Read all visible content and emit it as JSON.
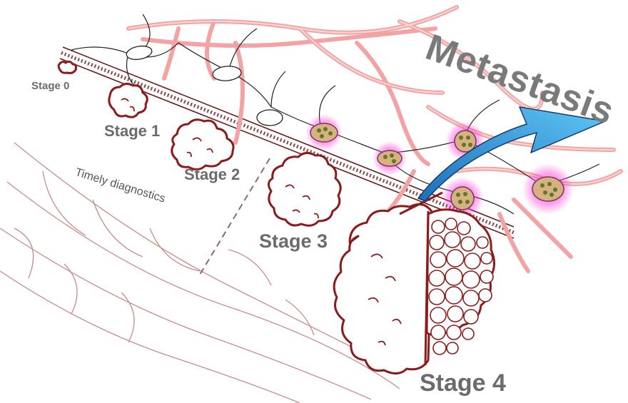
{
  "labels": {
    "metastasis": "Metastasis",
    "stage0": "Stage 0",
    "stage1": "Stage 1",
    "stage2": "Stage 2",
    "stage3": "Stage 3",
    "stage4": "Stage 4",
    "timely": "Timely diagnostics"
  },
  "colors": {
    "tumor_outline": "#8c1c1c",
    "vessel": "#f4a0a0",
    "lymph": "#1e1e1e",
    "tissue_line": "#c08080",
    "metastasis_arrow": "#3fa9e8",
    "metastatic_cell": "#e040c8",
    "label_text": "#6b6b6b"
  },
  "icons": {
    "arrow": "metastasis-arrow-icon",
    "cell_cluster": "metastatic-cell-icon"
  }
}
